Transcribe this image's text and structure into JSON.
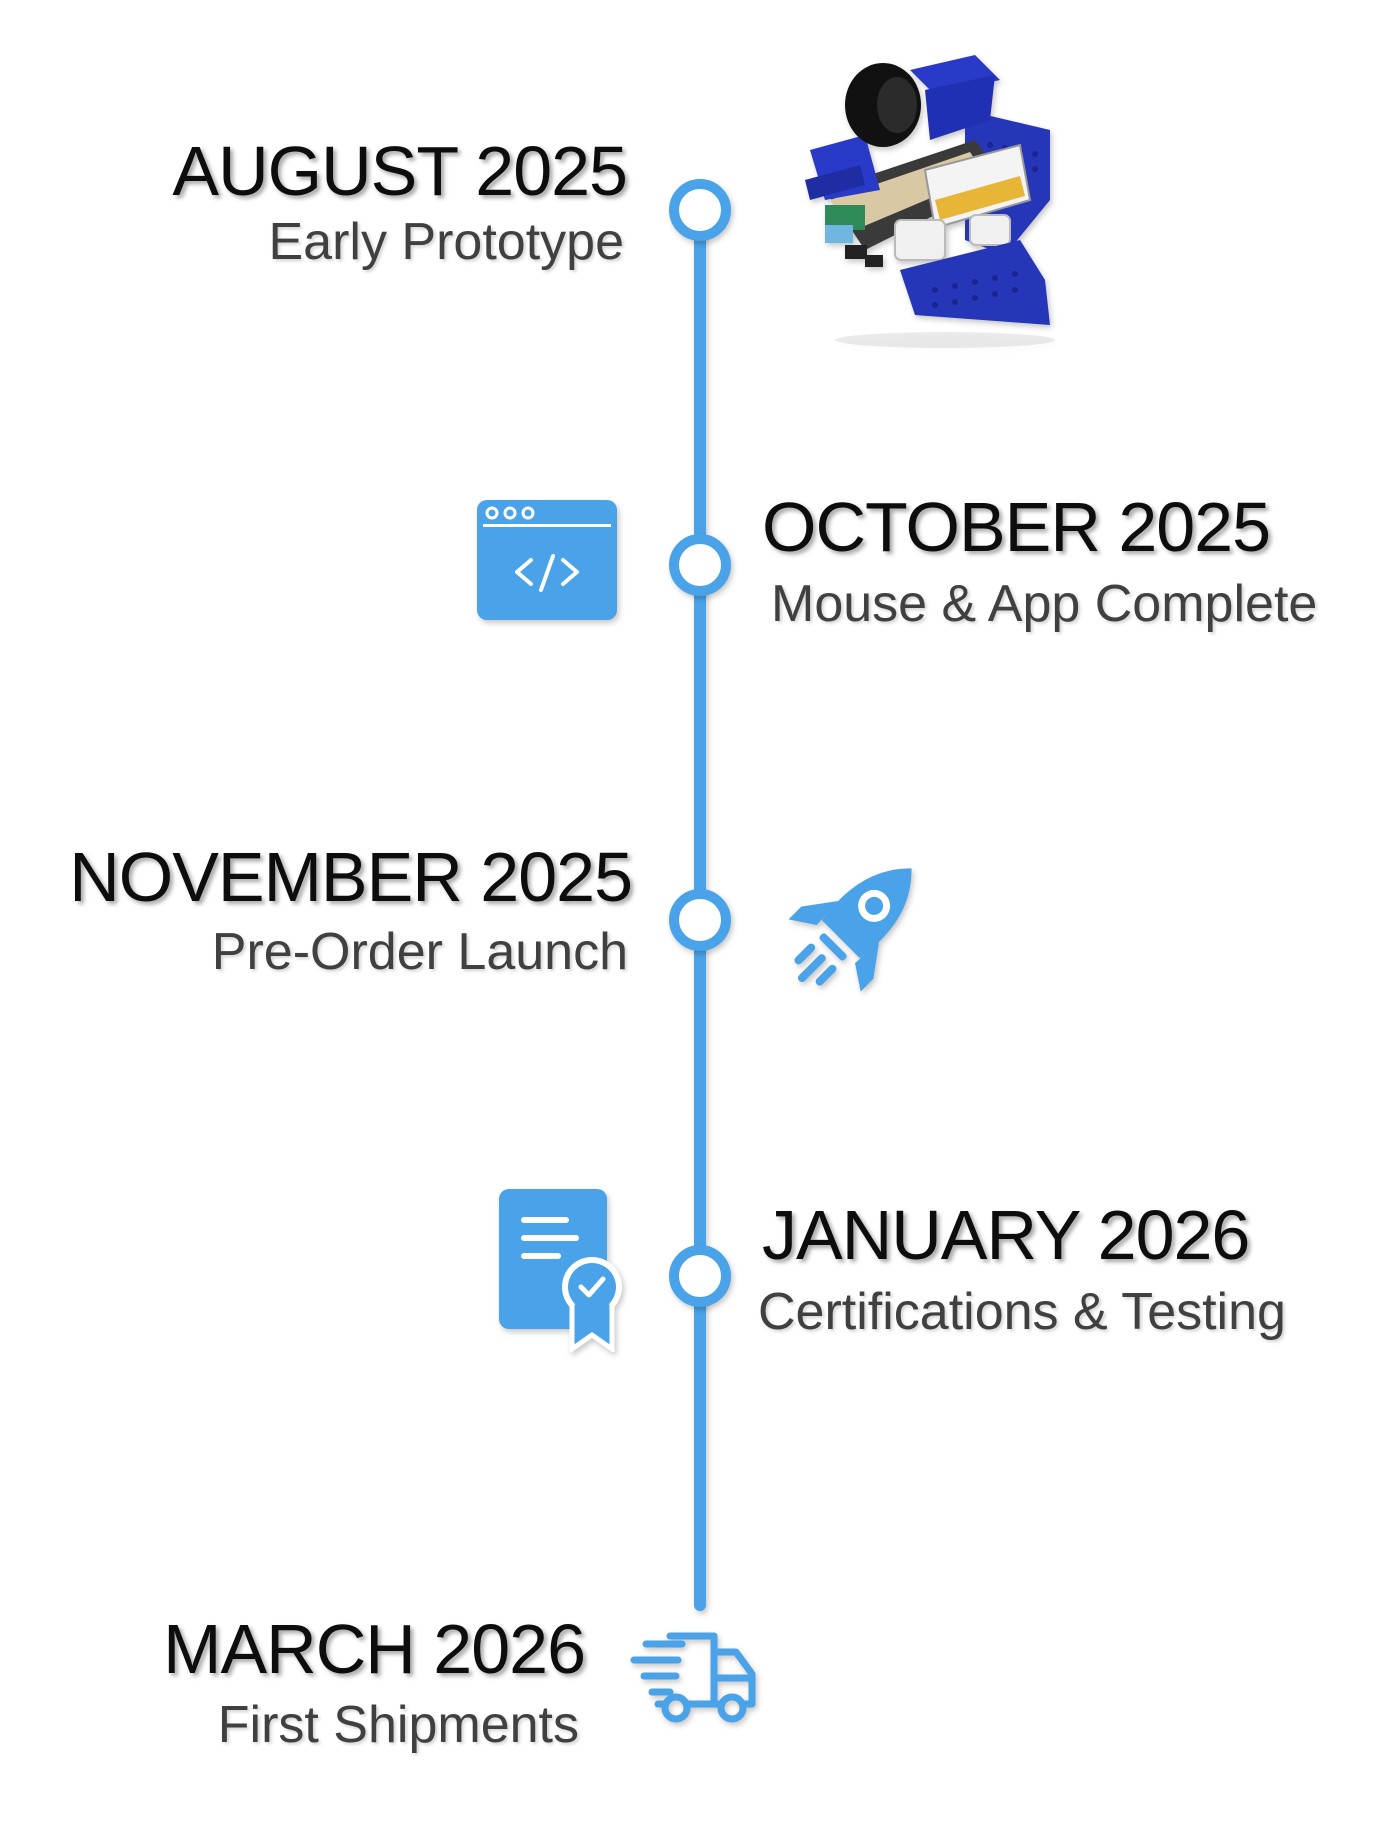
{
  "accent_color": "#4aa3e8",
  "milestones": [
    {
      "date": "AUGUST 2025",
      "label": "Early Prototype",
      "icon": "robot-mouse-prototype-photo"
    },
    {
      "date": "OCTOBER 2025",
      "label": "Mouse & App Complete",
      "icon": "code-window-icon"
    },
    {
      "date": "NOVEMBER 2025",
      "label": "Pre-Order Launch",
      "icon": "rocket-icon"
    },
    {
      "date": "JANUARY 2026",
      "label": "Certifications & Testing",
      "icon": "certificate-icon"
    },
    {
      "date": "MARCH 2026",
      "label": "First Shipments",
      "icon": "delivery-truck-icon"
    }
  ]
}
